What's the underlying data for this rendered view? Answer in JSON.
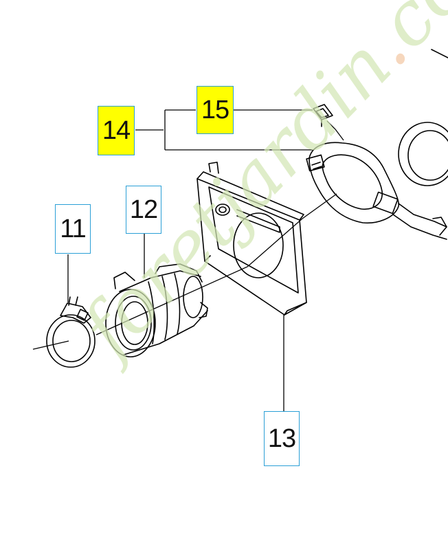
{
  "callouts": [
    {
      "id": "11",
      "label": "11",
      "highlight": false
    },
    {
      "id": "12",
      "label": "12",
      "highlight": false
    },
    {
      "id": "13",
      "label": "13",
      "highlight": false
    },
    {
      "id": "14",
      "label": "14",
      "highlight": true
    },
    {
      "id": "15",
      "label": "15",
      "highlight": true
    }
  ],
  "watermark": {
    "main": "foretjardin",
    "dot": ".",
    "suffix": "com"
  },
  "colors": {
    "highlight": "#ffff00",
    "box_border": "#2a9fd6",
    "line": "#000000",
    "watermark": "#d3e7b5"
  }
}
